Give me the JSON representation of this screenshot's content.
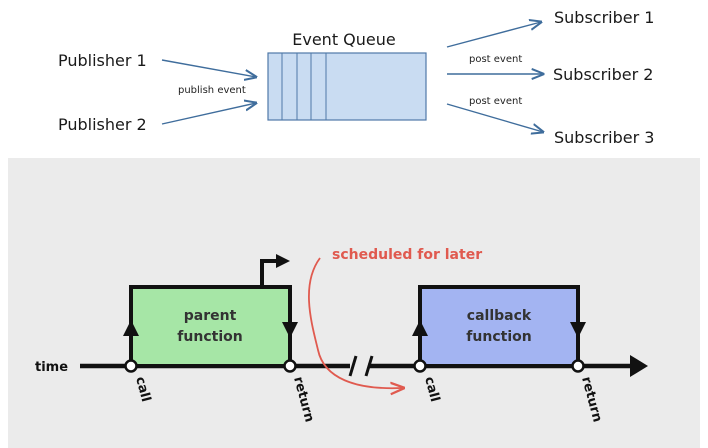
{
  "top": {
    "queue_title": "Event Queue",
    "publishers": [
      "Publisher 1",
      "Publisher 2"
    ],
    "publish_label": "publish event",
    "subscribers": [
      "Subscriber 1",
      "Subscriber 2",
      "Subscriber 3"
    ],
    "post_labels": [
      "post event",
      "post event"
    ]
  },
  "bottom": {
    "time_label": "time",
    "parent_function": [
      "parent",
      "function"
    ],
    "callback_function": [
      "callback",
      "function"
    ],
    "scheduled_label": "scheduled for later",
    "call_label_1": "call",
    "return_label_1": "return",
    "call_label_2": "call",
    "return_label_2": "return"
  },
  "colors": {
    "queue_fill": "#c9dcf2",
    "queue_stroke": "#4f79a8",
    "arrow_blue": "#3f6d9c",
    "parent_fill": "#a6e6a6",
    "callback_fill": "#a3b4f2",
    "red": "#e05a4f",
    "panel_bg": "#ebebeb"
  }
}
